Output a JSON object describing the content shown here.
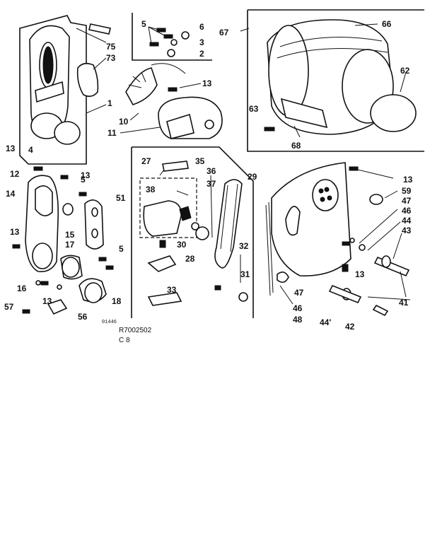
{
  "diagram": {
    "drawing_code": "R7002502",
    "sheet_code": "C 8",
    "small_code": "01446",
    "labels": [
      "75",
      "73",
      "1",
      "4",
      "13",
      "5",
      "6",
      "3",
      "2",
      "13",
      "10",
      "11",
      "67",
      "66",
      "62",
      "63",
      "68",
      "12",
      "13",
      "5",
      "14",
      "51",
      "15",
      "17",
      "13",
      "5",
      "16",
      "13",
      "18",
      "57",
      "56",
      "27",
      "35",
      "36",
      "37",
      "29",
      "38",
      "30",
      "28",
      "32",
      "31",
      "33",
      "13",
      "59",
      "47",
      "46",
      "44",
      "43",
      "13",
      "41",
      "47",
      "46",
      "48",
      "44'",
      "42"
    ]
  }
}
